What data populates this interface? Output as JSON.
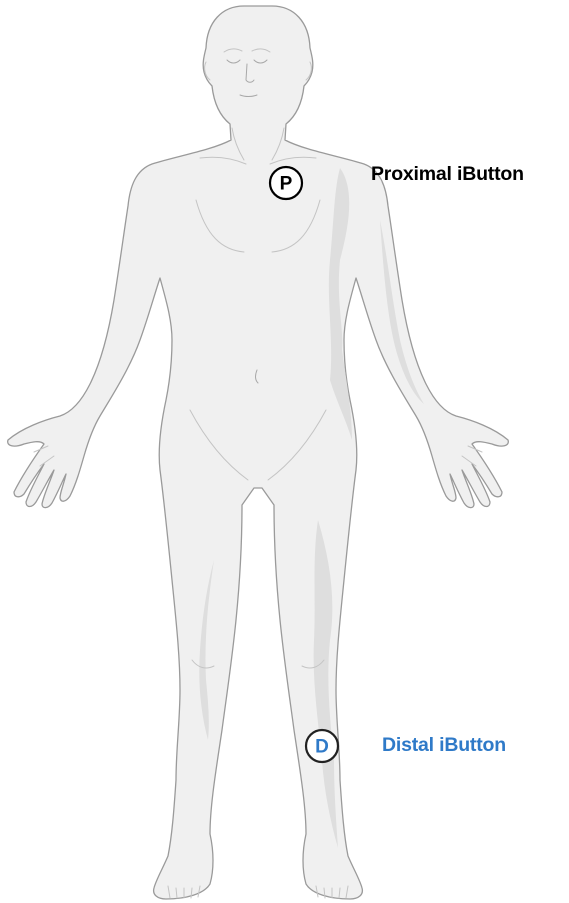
{
  "sensors": {
    "proximal": {
      "marker_letter": "P",
      "label": "Proximal iButton",
      "color": "#000000"
    },
    "distal": {
      "marker_letter": "D",
      "label": "Distal iButton",
      "color": "#2f7ac8"
    }
  },
  "figure": {
    "skin_color": "#f0f0f0",
    "outline_color": "#9a9a9a",
    "shade_color": "#dedede"
  }
}
